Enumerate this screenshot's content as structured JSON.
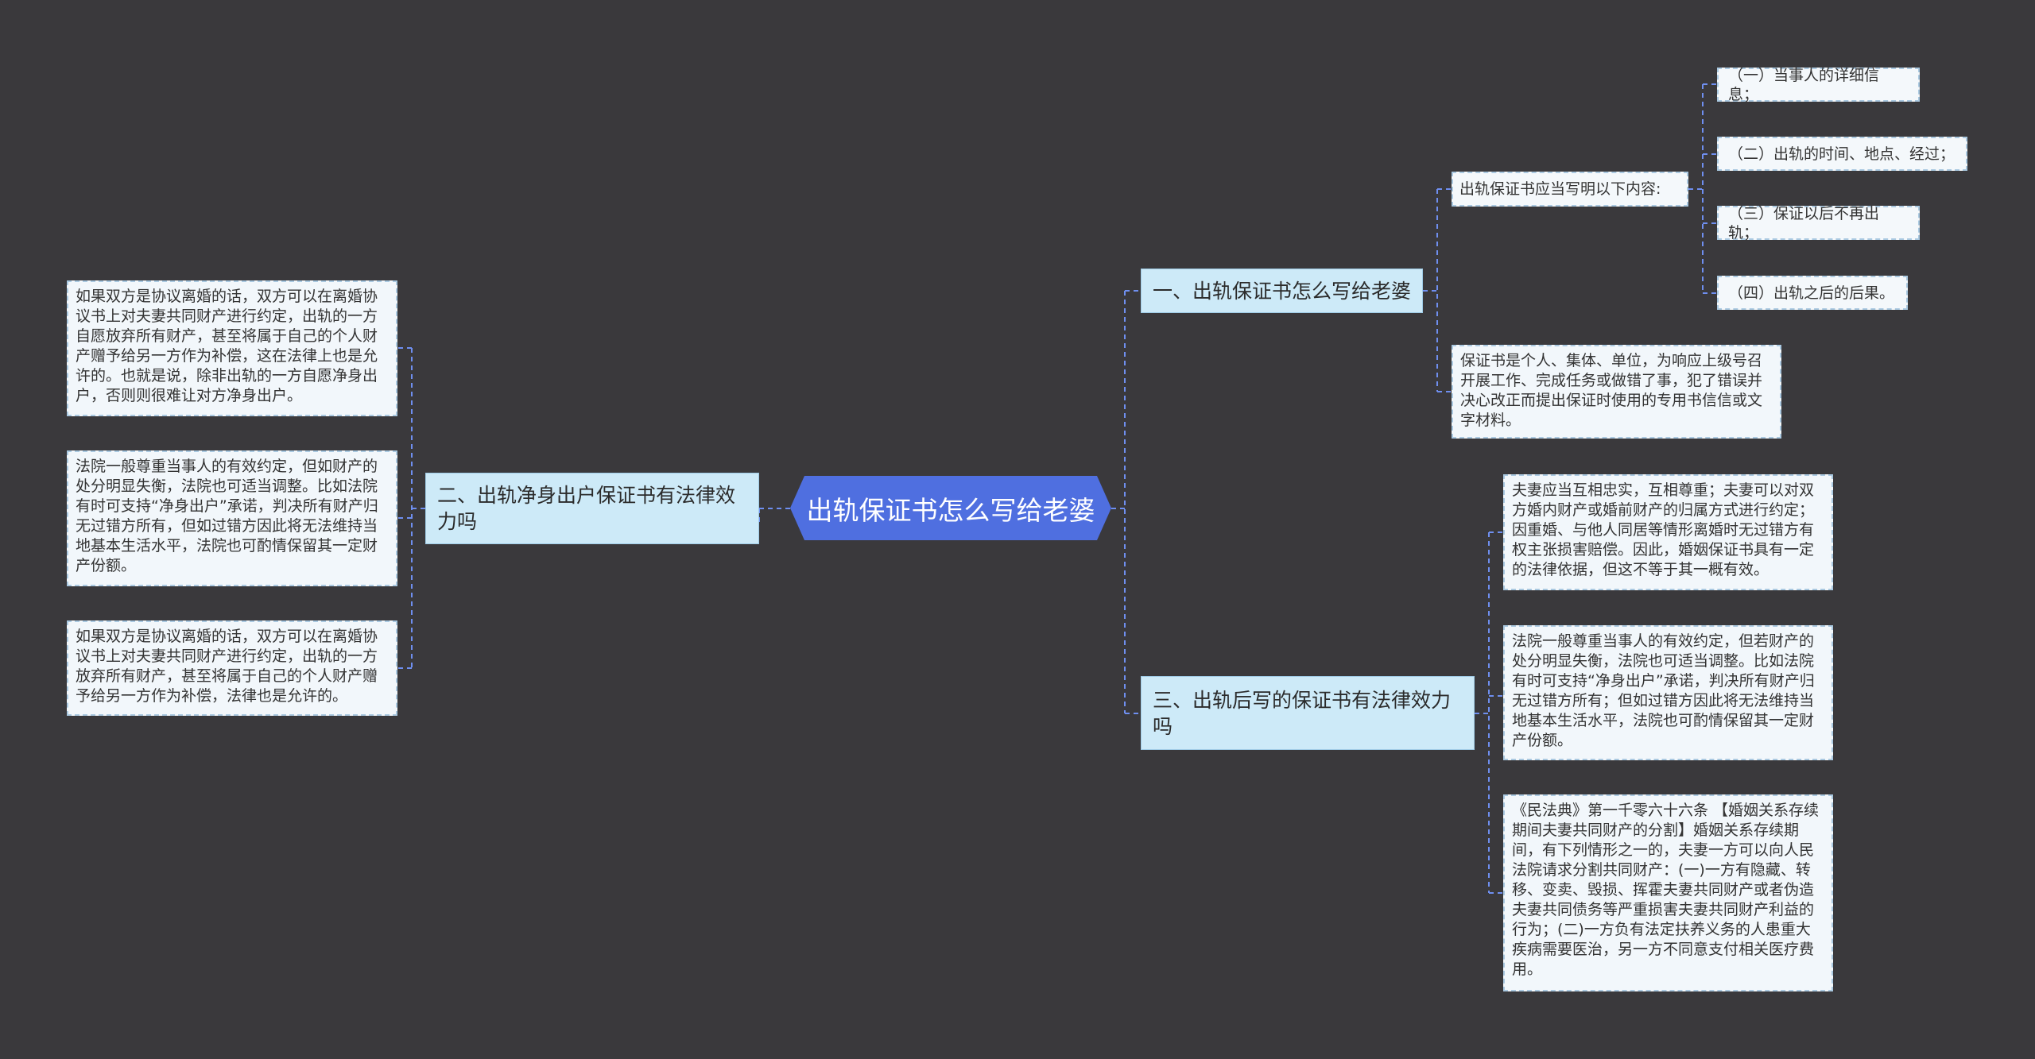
{
  "root": "出轨保证书怎么写给老婆",
  "branches": {
    "b1": {
      "title": "一、出轨保证书怎么写给老婆",
      "sub_title": "出轨保证书应当写明以下内容:",
      "items": [
        "（一）当事人的详细信息；",
        "（二）出轨的时间、地点、经过；",
        "（三）保证以后不再出轨；",
        "（四）出轨之后的后果。"
      ],
      "note": "保证书是个人、集体、单位，为响应上级号召开展工作、完成任务或做错了事，犯了错误并决心改正而提出保证时使用的专用书信信或文字材料。"
    },
    "b2": {
      "title": "二、出轨净身出户保证书有法律效力吗",
      "leaves": [
        "如果双方是协议离婚的话，双方可以在离婚协议书上对夫妻共同财产进行约定，出轨的一方自愿放弃所有财产，甚至将属于自己的个人财产赠予给另一方作为补偿，这在法律上也是允许的。也就是说，除非出轨的一方自愿净身出户，否则则很难让对方净身出户。",
        "法院一般尊重当事人的有效约定，但如财产的处分明显失衡，法院也可适当调整。比如法院有时可支持“净身出户”承诺，判决所有财产归无过错方所有，但如过错方因此将无法维持当地基本生活水平，法院也可酌情保留其一定财产份额。",
        "如果双方是协议离婚的话，双方可以在离婚协议书上对夫妻共同财产进行约定，出轨的一方放弃所有财产，甚至将属于自己的个人财产赠予给另一方作为补偿，法律也是允许的。"
      ]
    },
    "b3": {
      "title": "三、出轨后写的保证书有法律效力吗",
      "leaves": [
        "夫妻应当互相忠实，互相尊重；夫妻可以对双方婚内财产或婚前财产的归属方式进行约定；因重婚、与他人同居等情形离婚时无过错方有权主张损害赔偿。因此，婚姻保证书具有一定的法律依据，但这不等于其一概有效。",
        "法院一般尊重当事人的有效约定，但若财产的处分明显失衡，法院也可适当调整。比如法院有时可支持“净身出户”承诺，判决所有财产归无过错方所有；但如过错方因此将无法维持当地基本生活水平，法院也可酌情保留其一定财产份额。",
        "《民法典》第一千零六十六条 【婚姻关系存续期间夫妻共同财产的分割】婚姻关系存续期间，有下列情形之一的，夫妻一方可以向人民法院请求分割共同财产：(一)一方有隐藏、转移、变卖、毁损、挥霍夫妻共同财产或者伪造夫妻共同债务等严重损害夫妻共同财产利益的行为；(二)一方负有法定扶养义务的人患重大疾病需要医治，另一方不同意支付相关医疗费用。"
      ]
    }
  }
}
